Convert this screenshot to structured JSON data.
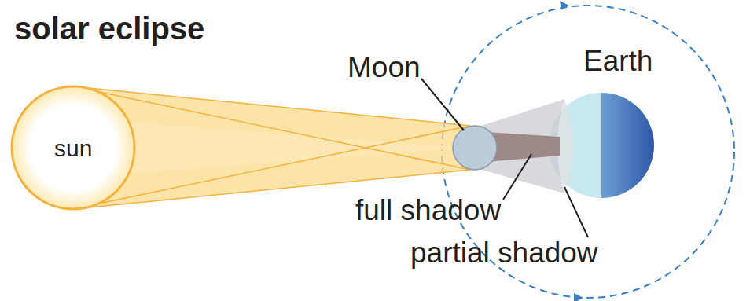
{
  "diagram": {
    "title": "solar eclipse",
    "nodes": [
      {
        "text": [
          "sun"
        ]
      },
      {
        "text": [
          "Moon"
        ]
      },
      {
        "text": [
          "Earth"
        ]
      }
    ],
    "labels": [
      "full shadow",
      "partial shadow"
    ]
  }
}
